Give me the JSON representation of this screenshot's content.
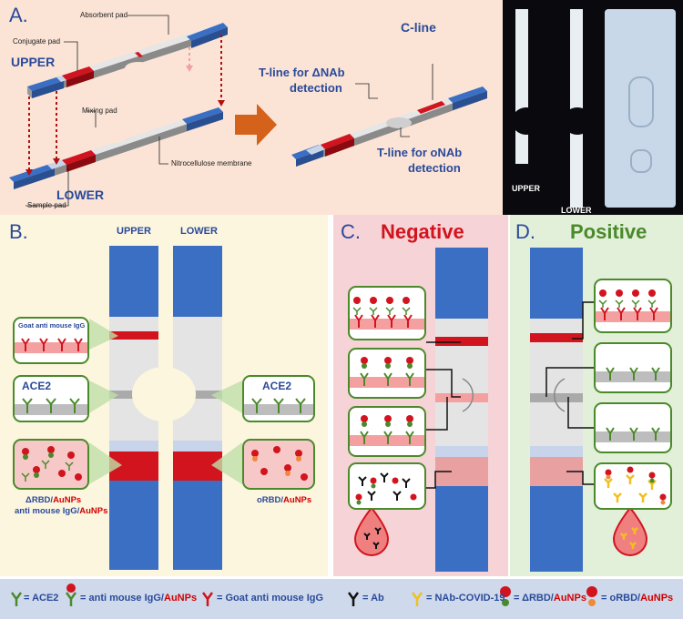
{
  "panelA": {
    "letter": "A.",
    "upper": "UPPER",
    "lower": "LOWER",
    "absorbent_pad": "Absorbent pad",
    "conjugate_pad": "Conjugate pad",
    "mixing_pad": "Mixing pad",
    "nitrocellulose": "Nitrocellulose membrane",
    "sample_pad": "Sample pad",
    "c_line": "C-line",
    "t_line_d1": "T-line for ΔNAb",
    "t_line_d2": "detection",
    "t_line_o1": "T-line for oNAb",
    "t_line_o2": "detection",
    "photo_upper": "UPPER",
    "photo_lower": "LOWER"
  },
  "panelB": {
    "letter": "B.",
    "upper": "UPPER",
    "lower": "LOWER",
    "goat": "Goat anti mouse IgG",
    "ace2_left": "ACE2",
    "ace2_right": "ACE2",
    "drbd_a": "ΔRBD/",
    "aunps": "AuNPs",
    "anti_mouse": "anti mouse IgG/",
    "orbd": "oRBD/"
  },
  "panelC": {
    "letter": "C.",
    "title": "Negative"
  },
  "panelD": {
    "letter": "D.",
    "title": "Positive"
  },
  "legend": {
    "ace2": "= ACE2",
    "anti_mouse": "= anti mouse IgG/",
    "aunps": "AuNPs",
    "goat": "= Goat anti mouse IgG",
    "ab": "= Ab",
    "nab": "= NAb-COVID-19",
    "drbd": "= ΔRBD/",
    "orbd": "= oRBD/"
  },
  "colors": {
    "strip_blue": "#3b6fc4",
    "red_band": "#d2141e",
    "ace2_green": "#4a8a2a",
    "gold": "#f0c020",
    "panelA_bg": "#fbe4d6",
    "panelB_bg": "#fdf6de",
    "panelC_bg": "#f6d3d6",
    "panelD_bg": "#e2efd9",
    "legend_bg": "#cfd9ec"
  }
}
